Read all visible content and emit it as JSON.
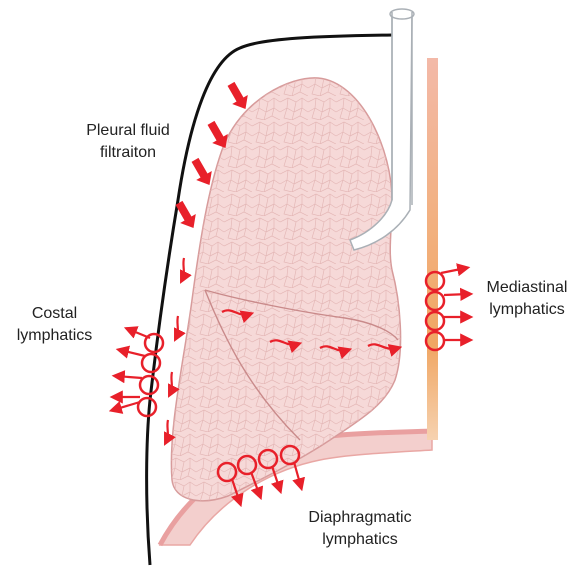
{
  "labels": {
    "pleural": [
      "Pleural fluid",
      "filtraiton"
    ],
    "costal": [
      "Costal",
      "lymphatics"
    ],
    "mediastinal": [
      "Mediastinal",
      "lymphatics"
    ],
    "diaphragmatic": [
      "Diaphragmatic",
      "lymphatics"
    ]
  },
  "colors": {
    "arrow": "#e8202a",
    "pleura_line": "#111111",
    "lung_fill": "#f6d9d8",
    "lung_outline": "#d79b9b",
    "fissure": "#c98a8a",
    "airway_outline": "#aab0b6",
    "diaphragm": "#e9a7a4",
    "mediastinal_band_top": "#f2c7b3",
    "mediastinal_band_mid": "#f0a36a"
  },
  "icons": [
    "filtration-arrow-icon",
    "flow-arrow-icon",
    "lymphatic-stoma-icon"
  ]
}
